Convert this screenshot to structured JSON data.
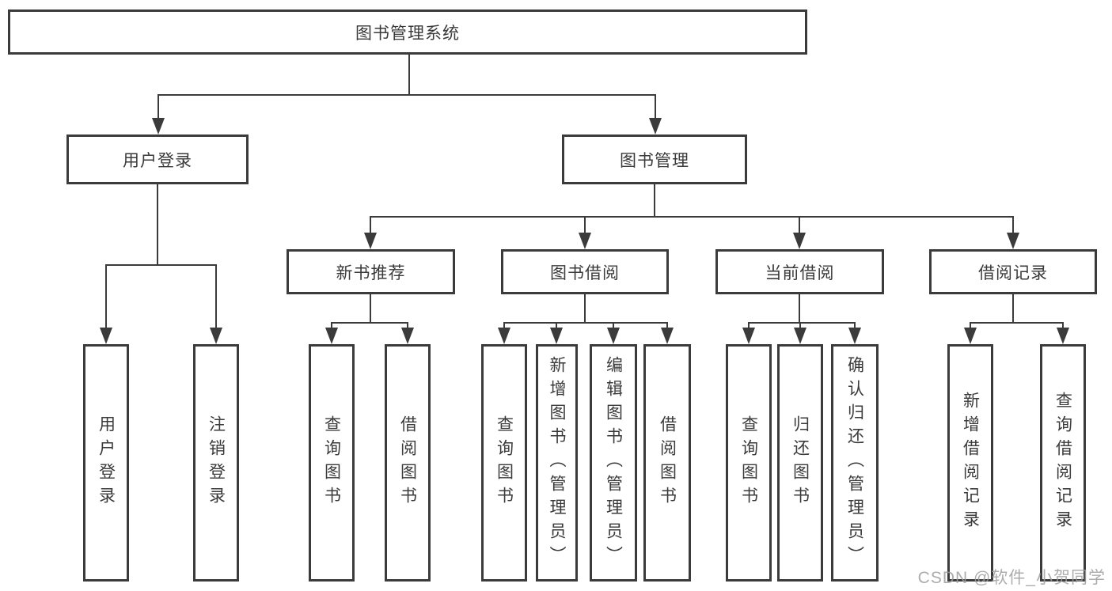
{
  "diagram": {
    "root": {
      "label": "图书管理系统"
    },
    "level2": [
      {
        "label": "用户登录"
      },
      {
        "label": "图书管理"
      }
    ],
    "level3": [
      {
        "label": "新书推荐"
      },
      {
        "label": "图书借阅"
      },
      {
        "label": "当前借阅"
      },
      {
        "label": "借阅记录"
      }
    ],
    "leaves": {
      "user_login": [
        {
          "label": "用户登录"
        },
        {
          "label": "注销登录"
        }
      ],
      "new_book": [
        {
          "label": "查询图书"
        },
        {
          "label": "借阅图书"
        }
      ],
      "book_borrow": [
        {
          "label": "查询图书"
        },
        {
          "label": "新增图书（管理员）"
        },
        {
          "label": "编辑图书（管理员）"
        },
        {
          "label": "借阅图书"
        }
      ],
      "current_borrow": [
        {
          "label": "查询图书"
        },
        {
          "label": "归还图书"
        },
        {
          "label": "确认归还（管理员）"
        }
      ],
      "borrow_records": [
        {
          "label": "新增借阅记录"
        },
        {
          "label": "查询借阅记录"
        }
      ]
    }
  },
  "watermark": {
    "text": "CSDN @软件_小贺同学"
  },
  "colors": {
    "line": "#3b3b3b",
    "text": "#3a3a3a",
    "background": "#ffffff",
    "watermark": "#9e9e9e"
  }
}
